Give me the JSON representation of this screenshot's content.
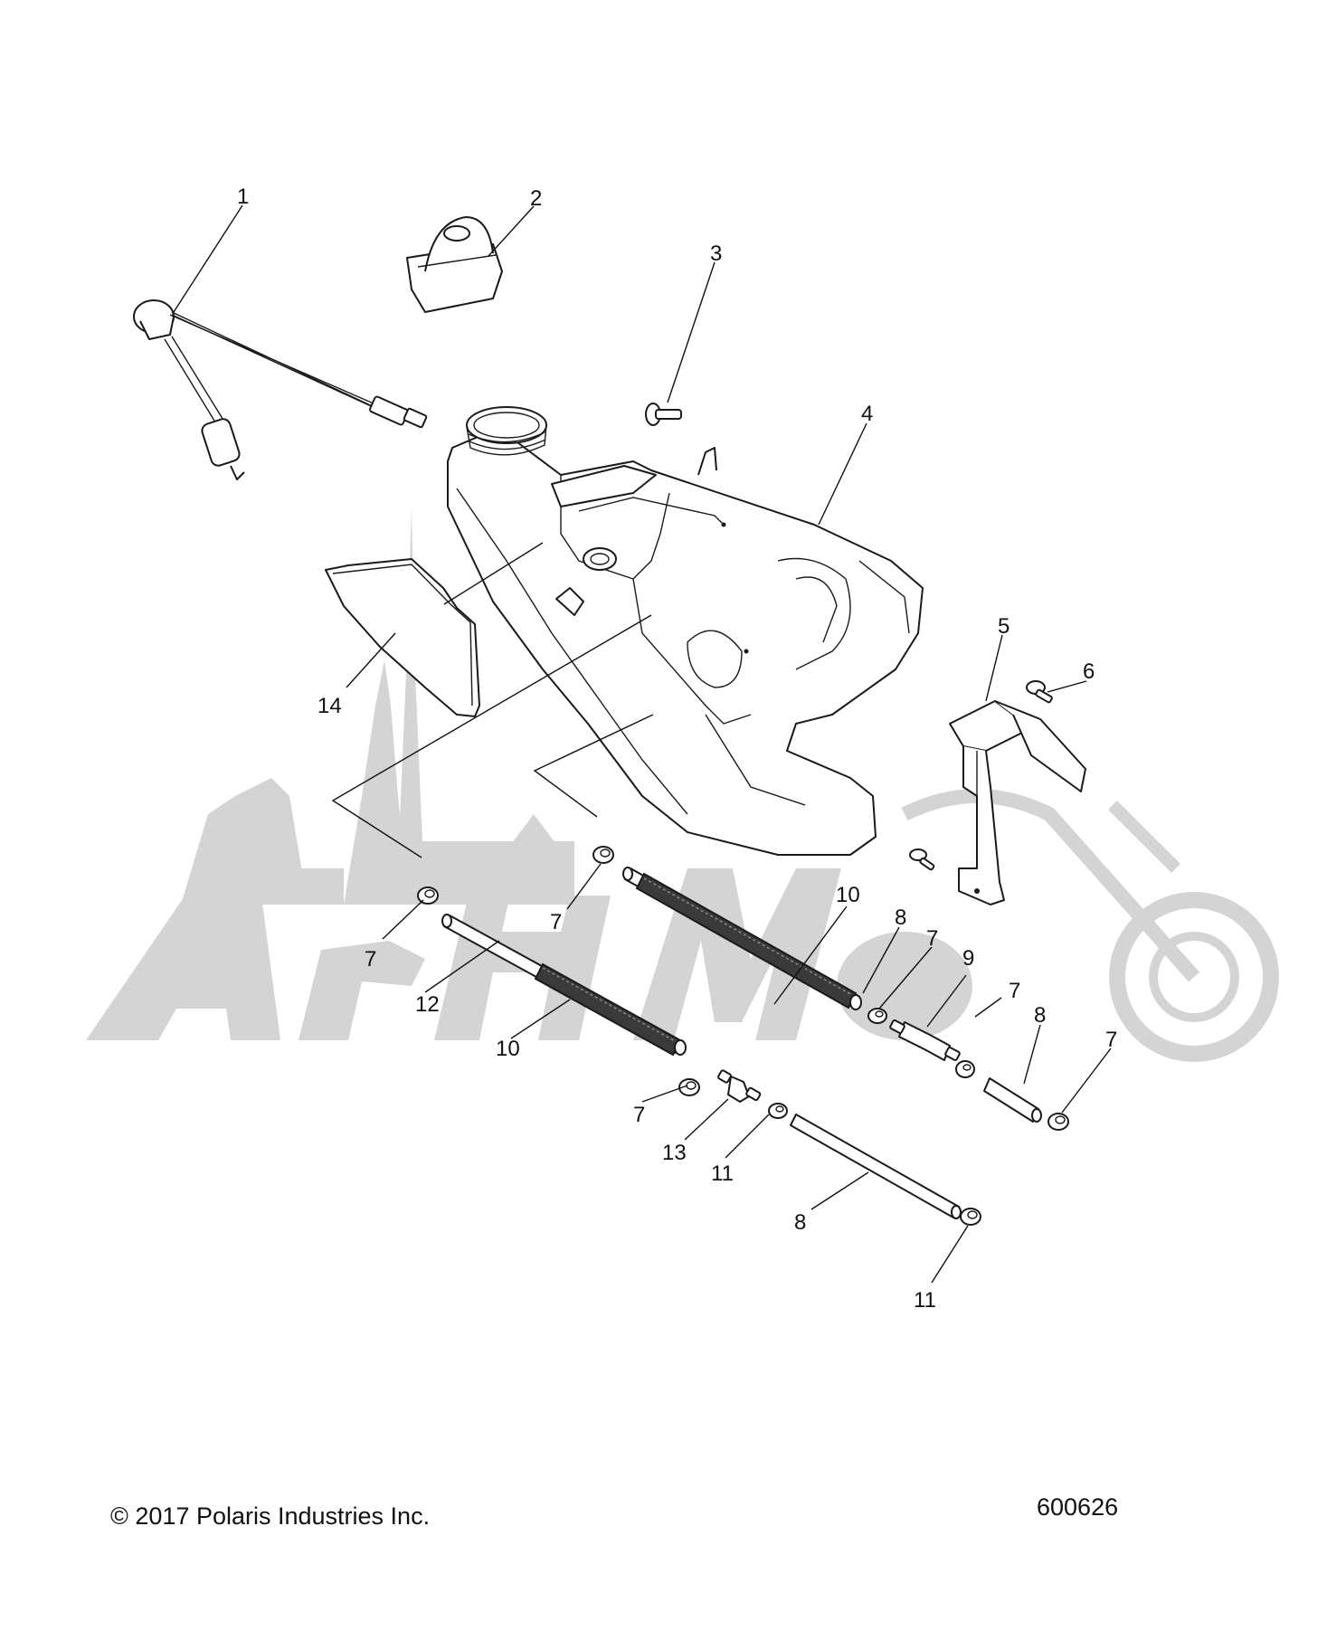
{
  "copyright": "© 2017 Polaris Industries Inc.",
  "diagram_number": "600626",
  "watermark": "AcnMoto",
  "callouts": [
    "1",
    "2",
    "3",
    "4",
    "5",
    "6",
    "7",
    "7",
    "7",
    "7",
    "7",
    "7",
    "8",
    "8",
    "8",
    "9",
    "10",
    "10",
    "11",
    "11",
    "12",
    "13",
    "14"
  ],
  "colors": {
    "line": "#1a1a1a",
    "watermark": "#d4d4d4",
    "background": "#ffffff"
  }
}
